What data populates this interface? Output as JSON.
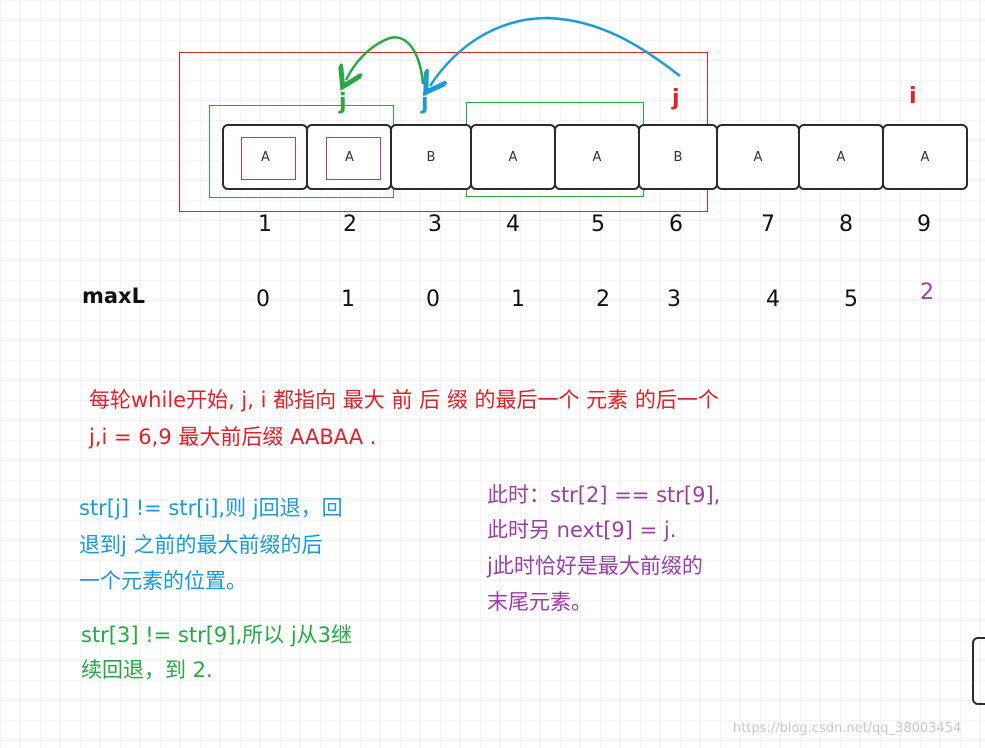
{
  "cells": [
    {
      "label": "A"
    },
    {
      "label": "A"
    },
    {
      "label": "B"
    },
    {
      "label": "A"
    },
    {
      "label": "A"
    },
    {
      "label": "B"
    },
    {
      "label": "A"
    },
    {
      "label": "A"
    },
    {
      "label": "A"
    }
  ],
  "indices": [
    "1",
    "2",
    "3",
    "4",
    "5",
    "6",
    "7",
    "8",
    "9"
  ],
  "maxL": {
    "label": "maxL",
    "values": [
      "0",
      "1",
      "0",
      "1",
      "2",
      "3",
      "4",
      "5"
    ],
    "last": "2"
  },
  "pointers": {
    "j_green": "j",
    "j_blue": "j",
    "j_red": "j",
    "i_red": "i"
  },
  "notes": {
    "red_line1": "每轮while开始, j, i 都指向 最大 前 后 缀 的最后一个 元素 的后一个",
    "red_line2": "j,i = 6,9  最大前后缀 AABAA .",
    "blue_line1": "str[j] != str[i],则 j回退，回",
    "blue_line2": "退到j 之前的最大前缀的后",
    "blue_line3": "一个元素的位置。",
    "green_line1": "str[3] != str[9],所以 j从3继",
    "green_line2": "续回退，到 2.",
    "purple_line1": "此时：str[2] == str[9],",
    "purple_line2": "此时另 next[9] = j.",
    "purple_line3": "j此时恰好是最大前缀的",
    "purple_line4": "末尾元素。"
  },
  "watermark": "https://blog.csdn.net/qq_38003454",
  "colors": {
    "red": "#e0202a",
    "green": "#28a745",
    "blue": "#1a9ad6",
    "purple": "#9b3fa8",
    "cell_border": "#2b2b2b"
  }
}
